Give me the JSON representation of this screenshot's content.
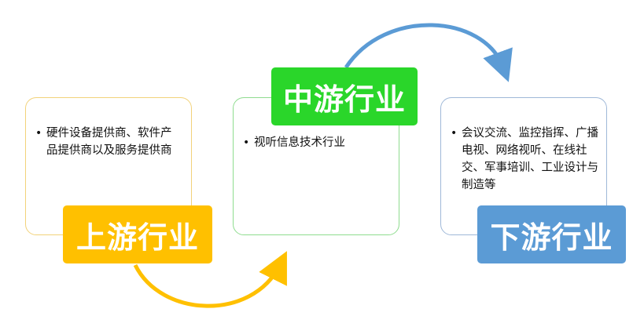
{
  "upstream": {
    "title": "上游行业",
    "items": [
      "硬件设备提供商、软件产品提供商以及服务提供商"
    ],
    "color": "#ffc000"
  },
  "midstream": {
    "title": "中游行业",
    "items": [
      "视听信息技术行业"
    ],
    "color": "#2ad62a"
  },
  "downstream": {
    "title": "下游行业",
    "items": [
      "会议交流、监控指挥、广播电视、网络视听、在线社交、军事培训、工业设计与制造等"
    ],
    "color": "#5b9bd5"
  },
  "arrows": {
    "upstream_to_midstream_color": "#ffc000",
    "midstream_to_downstream_color": "#5b9bd5"
  }
}
